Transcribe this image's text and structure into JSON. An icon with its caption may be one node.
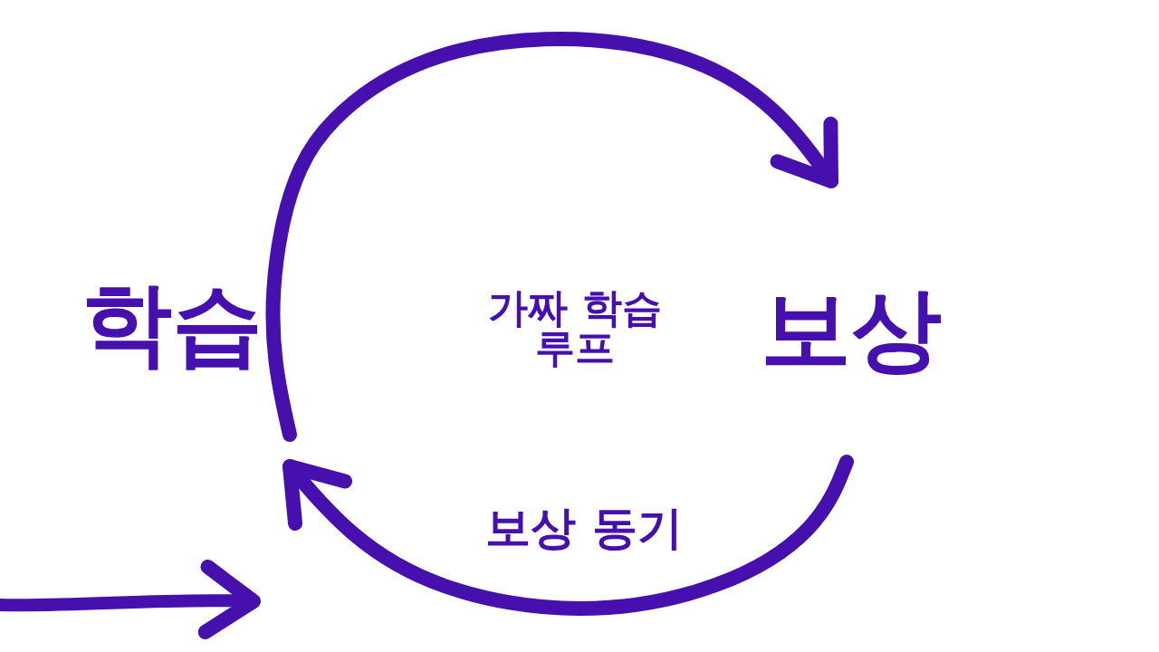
{
  "diagram": {
    "nodes": [
      {
        "text": [
          "학습"
        ]
      },
      {
        "text": [
          "보상"
        ]
      }
    ],
    "edges": [
      {
        "from": 0,
        "to": 1,
        "arrow": "to"
      },
      {
        "from": 1,
        "to": 0,
        "arrow": "to",
        "label": "보상 동기"
      }
    ],
    "labels": [
      "가짜 학습 루프"
    ]
  }
}
